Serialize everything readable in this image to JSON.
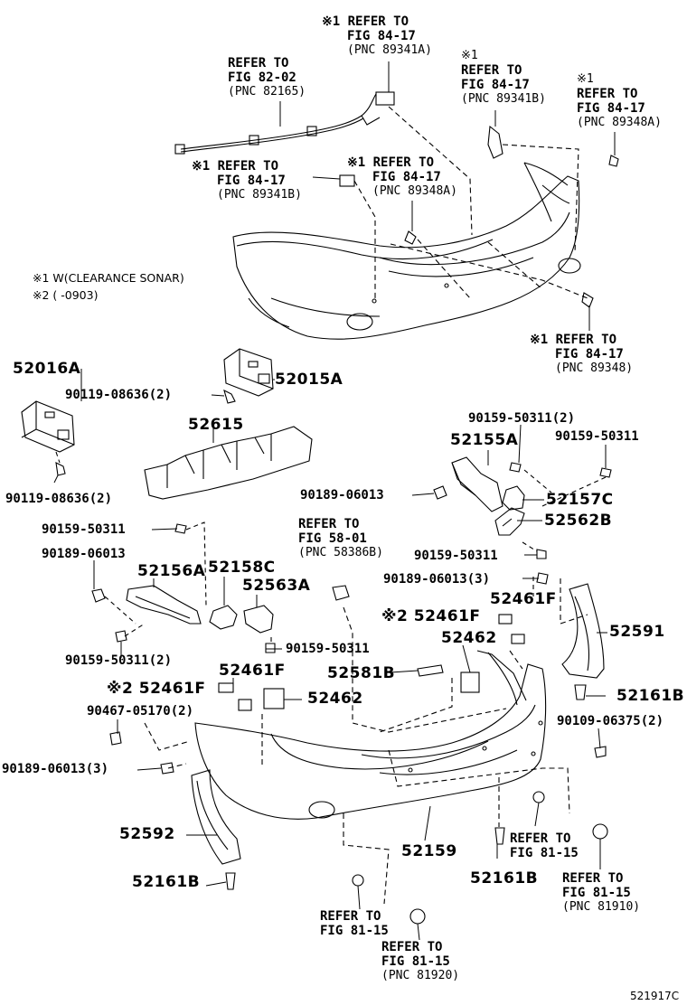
{
  "notes": {
    "n1": "※1 W(CLEARANCE SONAR)",
    "n2": "※2 (        -0903)"
  },
  "refs": {
    "r_top_center": {
      "l1": "※1 REFER TO",
      "l2": "FIG 84-17",
      "l3": "(PNC 89341A)"
    },
    "r_top_left": {
      "l1": "REFER TO",
      "l2": "FIG 82-02",
      "l3": "(PNC 82165)"
    },
    "r_top_right1": {
      "l1": "※1",
      "l2": "REFER TO",
      "l3": "FIG 84-17",
      "l4": "(PNC 89341B)"
    },
    "r_top_right2": {
      "l1": "※1",
      "l2": "REFER TO",
      "l3": "FIG 84-17",
      "l4": "(PNC 89348A)"
    },
    "r_mid_left": {
      "l1": "※1 REFER TO",
      "l2": "FIG 84-17",
      "l3": "(PNC 89341B)"
    },
    "r_mid_center": {
      "l1": "※1 REFER TO",
      "l2": "FIG 84-17",
      "l3": "(PNC 89348A)"
    },
    "r_bumper_right": {
      "l1": "※1 REFER TO",
      "l2": "FIG 84-17",
      "l3": "(PNC 89348)"
    },
    "r_fig58": {
      "l1": "REFER TO",
      "l2": "FIG 58-01",
      "l3": "(PNC 58386B)"
    },
    "r_fig81_a": {
      "l1": "REFER TO",
      "l2": "FIG 81-15"
    },
    "r_fig81_b": {
      "l1": "REFER TO",
      "l2": "FIG 81-15",
      "l3": "(PNC 81910)"
    },
    "r_fig81_c": {
      "l1": "REFER TO",
      "l2": "FIG 81-15"
    },
    "r_fig81_d": {
      "l1": "REFER TO",
      "l2": "FIG 81-15",
      "l3": "(PNC 81920)"
    }
  },
  "parts": {
    "p52016A": "52016A",
    "p52015A": "52015A",
    "p90119a": "90119-08636(2)",
    "p52615": "52615",
    "p90119b": "90119-08636(2)",
    "p90159_2a": "90159-50311(2)",
    "p52155A": "52155A",
    "p90159a": "90159-50311",
    "p90189a": "90189-06013",
    "p52157C": "52157C",
    "p52562B": "52562B",
    "p90159b": "90159-50311",
    "p90189_3a": "90189-06013(3)",
    "p90159c": "90159-50311",
    "p90189b": "90189-06013",
    "p52156A": "52156A",
    "p52158C": "52158C",
    "p52563A": "52563A",
    "p52461F_a": "52461F",
    "p52461F_b": "※2 52461F",
    "p52591": "52591",
    "p52462a": "52462",
    "p90159_2b": "90159-50311(2)",
    "p90159d": "90159-50311",
    "p52581B": "52581B",
    "p52461F_c": "52461F",
    "p52461F_d": "※2 52461F",
    "p52462b": "52462",
    "p52161B_a": "52161B",
    "p90467": "90467-05170(2)",
    "p90109": "90109-06375(2)",
    "p90189_3b": "90189-06013(3)",
    "p52592": "52592",
    "p52159": "52159",
    "p52161B_b": "52161B",
    "p52161B_c": "52161B"
  },
  "catalog_id": "521917C"
}
